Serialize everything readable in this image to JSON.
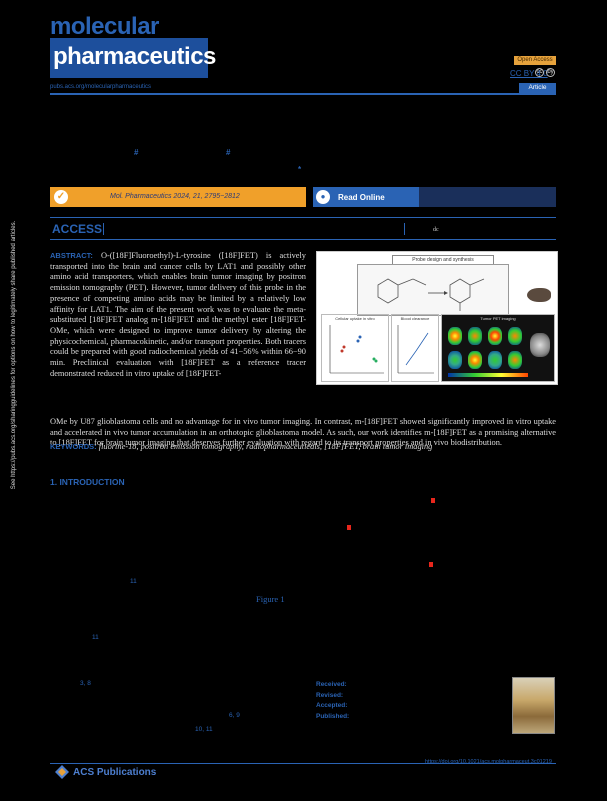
{
  "masthead": {
    "logo_line1": "molecular",
    "logo_line2": "pharmaceutics",
    "open_access_badge": "Open Access",
    "license": "CC BY 4.0",
    "cc_icons": [
      "cc",
      "by"
    ],
    "journal_url": "pubs.acs.org/molecularpharmaceutics",
    "article_type": "Article"
  },
  "citation": {
    "cite_text": "Mol. Pharmaceutics 2024, 21, 2795−2812",
    "read_online": "Read Online"
  },
  "access": {
    "label": "ACCESS",
    "small_mark": "dc"
  },
  "side_note": "See https://pubs.acs.org/sharingguidelines for options on how to legitimately share published articles.",
  "abstract": {
    "label": "ABSTRACT:",
    "col_text": "O-([18F]Fluoroethyl)-L-tyrosine ([18F]FET) is actively transported into the brain and cancer cells by LAT1 and possibly other amino acid transporters, which enables brain tumor imaging by positron emission tomography (PET). However, tumor delivery of this probe in the presence of competing amino acids may be limited by a relatively low affinity for LAT1. The aim of the present work was to evaluate the meta-substituted [18F]FET analog m-[18F]FET and the methyl ester [18F]FET-OMe, which were designed to improve tumor delivery by altering the physicochemical, pharmacokinetic, and/or transport properties. Both tracers could be prepared with good radiochemical yields of 41−56% within 66−90 min. Preclinical evaluation with [18F]FET as a reference tracer demonstrated reduced in vitro uptake of [18F]FET-",
    "full_text": "OMe by U87 glioblastoma cells and no advantage for in vivo tumor imaging. In contrast, m-[18F]FET showed significantly improved in vitro uptake and accelerated in vivo tumor accumulation in an orthotopic glioblastoma model. As such, our work identifies m-[18F]FET as a promising alternative to [18F]FET for brain tumor imaging that deserves further evaluation with regard to its transport properties and in vivo biodistribution."
  },
  "keywords": {
    "label": "KEYWORDS:",
    "text": "fluorine-18, positron emission tomography, radiopharmaceuticals, [18F]FET, brain tumor imaging"
  },
  "toc": {
    "probe_title": "Probe design and synthesis",
    "panel_left_title": "Cellular uptake in vitro",
    "panel_mid_title": "Blood clearance",
    "panel_right_title": "Tumor PET imaging"
  },
  "intro": {
    "heading": "1. INTRODUCTION",
    "figure_link": "Figure 1",
    "refs": [
      "11",
      "11",
      "3, 8",
      "6, 9",
      "10, 11"
    ]
  },
  "received": {
    "lines": [
      "Received:",
      "Revised:",
      "Accepted:",
      "Published:"
    ]
  },
  "footer": {
    "publisher": "ACS Publications",
    "doi": "https://doi.org/10.1021/acs.molpharmaceut.3c01219"
  },
  "colors": {
    "brand_blue": "#2a63b4",
    "orange": "#f0a02a",
    "red_mark": "#e8261c"
  }
}
